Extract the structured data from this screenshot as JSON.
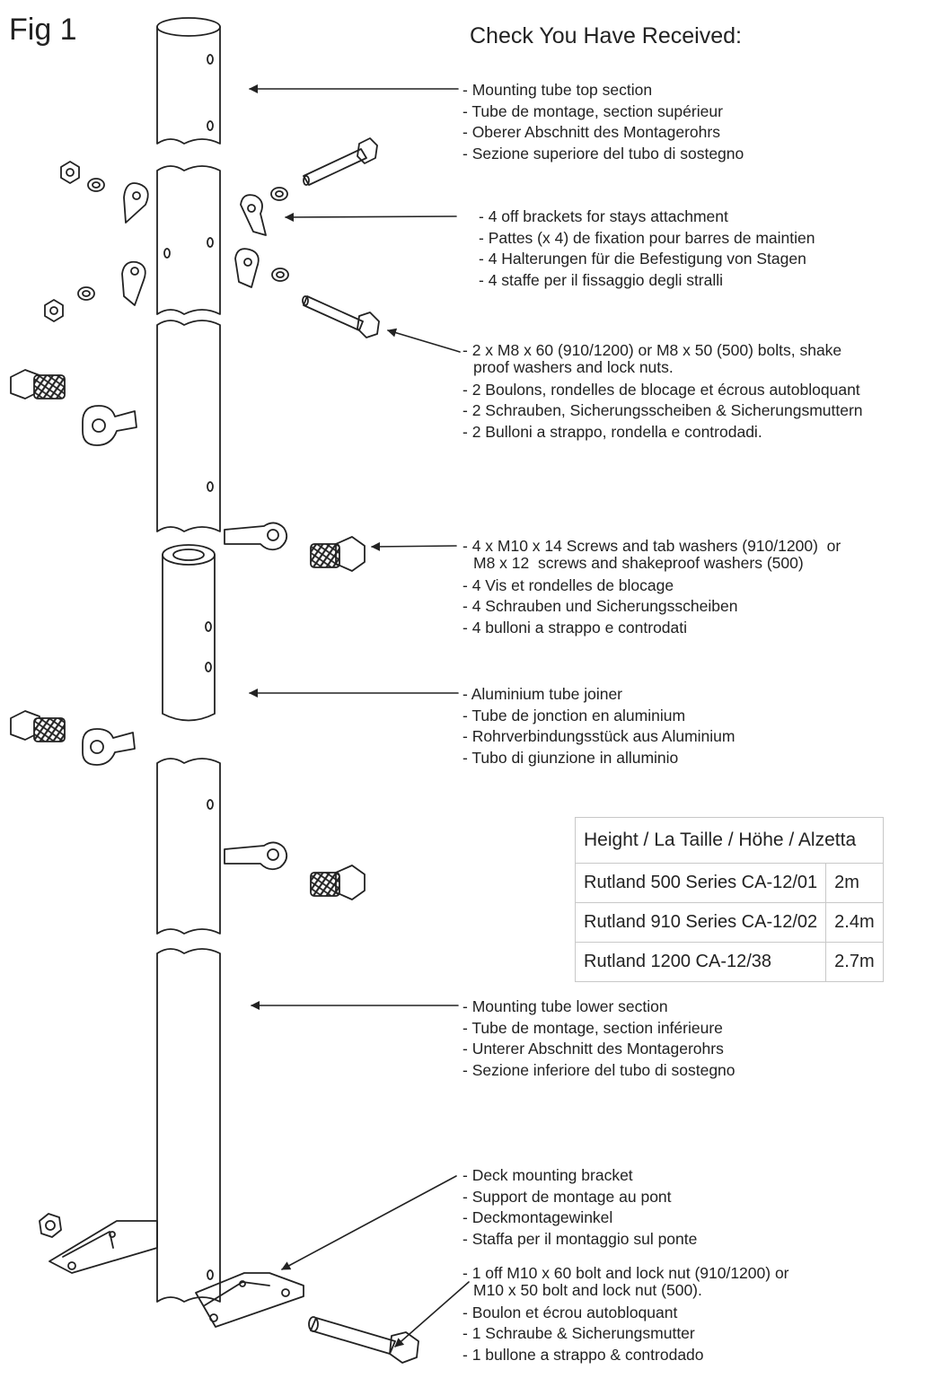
{
  "figure_label": "Fig 1",
  "heading": "Check You Have Received:",
  "groups": [
    {
      "lines": [
        "- Mounting tube top section",
        "- Tube de montage, section supérieur",
        "- Oberer Abschnitt des Montagerohrs",
        "- Sezione superiore del tubo di sostegno"
      ]
    },
    {
      "lines": [
        "- 4 off brackets for stays attachment",
        "- Pattes (x 4) de fixation pour barres de maintien",
        "- 4 Halterungen für die Befestigung von Stagen",
        "- 4 staffe per il fissaggio degli stralli"
      ]
    },
    {
      "lines": [
        "- 2 x M8 x 60 (910/1200) or M8 x 50 (500) bolts, shake",
        "proof washers and lock nuts.",
        "- 2 Boulons, rondelles de blocage et écrous autobloquant",
        "- 2 Schrauben, Sicherungsscheiben & Sicherungsmuttern",
        "- 2 Bulloni a strappo, rondella e controdadi."
      ]
    },
    {
      "lines": [
        "- 4 x M10 x 14 Screws and tab washers (910/1200)  or",
        "M8 x 12  screws and shakeproof washers (500)",
        "- 4 Vis et rondelles de blocage",
        "- 4 Schrauben und Sicherungsscheiben",
        "- 4 bulloni a strappo e controdati"
      ]
    },
    {
      "lines": [
        "- Aluminium tube joiner",
        "- Tube de jonction en aluminium",
        "- Rohrverbindungsstück aus Aluminium",
        "- Tubo di giunzione in alluminio"
      ]
    },
    {
      "lines": [
        "- Mounting tube lower section",
        "- Tube de montage, section inférieure",
        "- Unterer Abschnitt des Montagerohrs",
        "- Sezione inferiore del tubo di sostegno"
      ]
    },
    {
      "lines": [
        "- Deck mounting bracket",
        "- Support de montage au pont",
        "- Deckmontagewinkel",
        "- Staffa per il montaggio sul ponte"
      ]
    },
    {
      "lines": [
        "- 1 off M10 x 60 bolt and lock nut (910/1200) or",
        "M10 x 50 bolt and lock nut (500).",
        "- Boulon et écrou autobloquant",
        "- 1 Schraube & Sicherungsmutter",
        "- 1 bullone a strappo & controdado"
      ]
    }
  ],
  "height_table": {
    "header": "Height / La Taille / Höhe / Alzetta",
    "rows": [
      {
        "model": "Rutland 500 Series CA-12/01",
        "height": "2m"
      },
      {
        "model": "Rutland 910 Series CA-12/02",
        "height": "2.4m"
      },
      {
        "model": "Rutland 1200 CA-12/38",
        "height": "2.7m"
      }
    ]
  },
  "colors": {
    "ink": "#222222",
    "table_border": "#c8c8c8"
  }
}
